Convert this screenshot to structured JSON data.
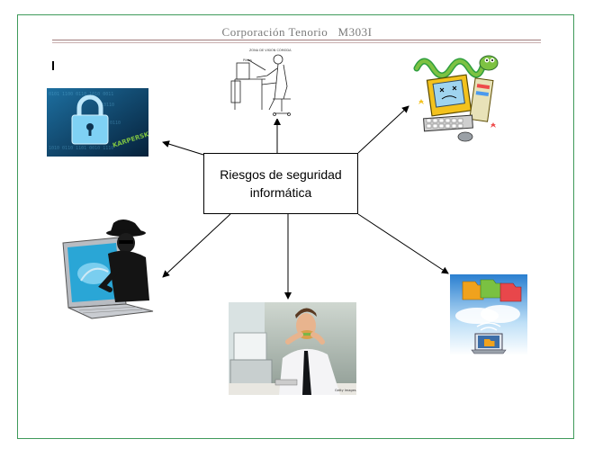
{
  "header": {
    "title": "Corporación Tenorio   M303I"
  },
  "center_box": {
    "text": "Riesgos de seguridad informática"
  },
  "images": {
    "lock": {
      "caption": "KARPERSKY"
    },
    "ergonomics": {
      "caption_top": "ZONA DE VISIÓN CÓMODA",
      "caption_side": "Pilsos"
    },
    "eating": {
      "caption": "Getty Images"
    }
  },
  "colors": {
    "border": "#3f9a5a",
    "header_rule": "#a07c7c",
    "lock_bg": "#0d3350",
    "virus_green": "#7dc242"
  }
}
